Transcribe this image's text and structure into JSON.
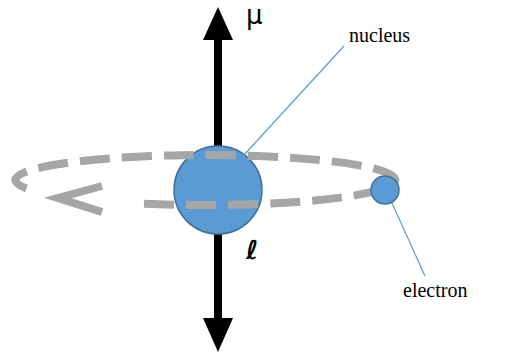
{
  "diagram": {
    "labels": [
      "μ",
      "nucleus",
      "electron",
      "ℓ"
    ]
  }
}
